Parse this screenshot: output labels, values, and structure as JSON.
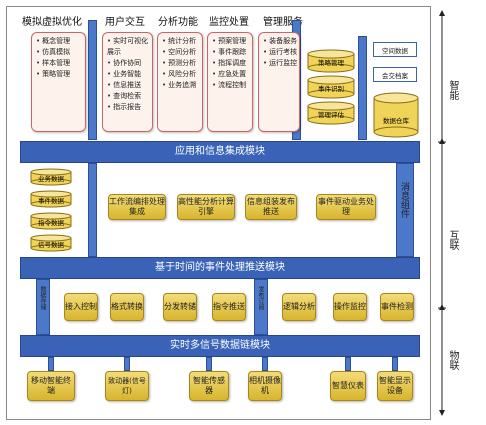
{
  "columns": [
    {
      "title": "模拟虚拟优化",
      "items": [
        "概念管理",
        "仿真模拟",
        "样本管理",
        "策略管理"
      ]
    },
    {
      "title": "用户交互",
      "items": [
        "实时可视化展示",
        "协作协同",
        "业务智能",
        "信息推送",
        "查询检索",
        "指示报告"
      ]
    },
    {
      "title": "分析功能",
      "items": [
        "统计分析",
        "空间分析",
        "预测分析",
        "风险分析",
        "业务追溯"
      ]
    },
    {
      "title": "监控处置",
      "items": [
        "预案管理",
        "事件跟踪",
        "指挥调度",
        "应急处置",
        "流程控制"
      ]
    },
    {
      "title": "管理服务",
      "items": [
        "装备服务",
        "运行考核",
        "运行监控"
      ]
    }
  ],
  "mid_cylinders": [
    "策略管理",
    "事件识别",
    "管理评估"
  ],
  "right_boxes": [
    "空间数据",
    "会交档案"
  ],
  "right_db": "数据仓库",
  "bars": {
    "app_integration": "应用和信息集成模块",
    "event_push": "基于时间的事件处理推送模块",
    "realtime": "实时多信号数据链模块"
  },
  "left_cylinders": [
    "业务数据",
    "事件数据",
    "指令数据",
    "信号数据"
  ],
  "middle_modules": [
    "工作流编排处理集成",
    "高性能分析计算引擎",
    "信息组装发布推送",
    "事件驱动业务处理"
  ],
  "msg_component": "消息组件",
  "data_flow_label": "数据存储",
  "pub_sub_label": "发布订阅",
  "lower_modules_left": [
    "接入控制",
    "格式转换",
    "分发转储",
    "指令推送"
  ],
  "lower_modules_right": [
    "逻辑分析",
    "操作监控",
    "事件检测"
  ],
  "devices": [
    "移动智能终端",
    "致动器(信号灯)",
    "智能传感器",
    "相机摄像机",
    "智慧仪表",
    "智能显示设备"
  ],
  "side_labels": [
    "智能",
    "互联",
    "物联"
  ]
}
